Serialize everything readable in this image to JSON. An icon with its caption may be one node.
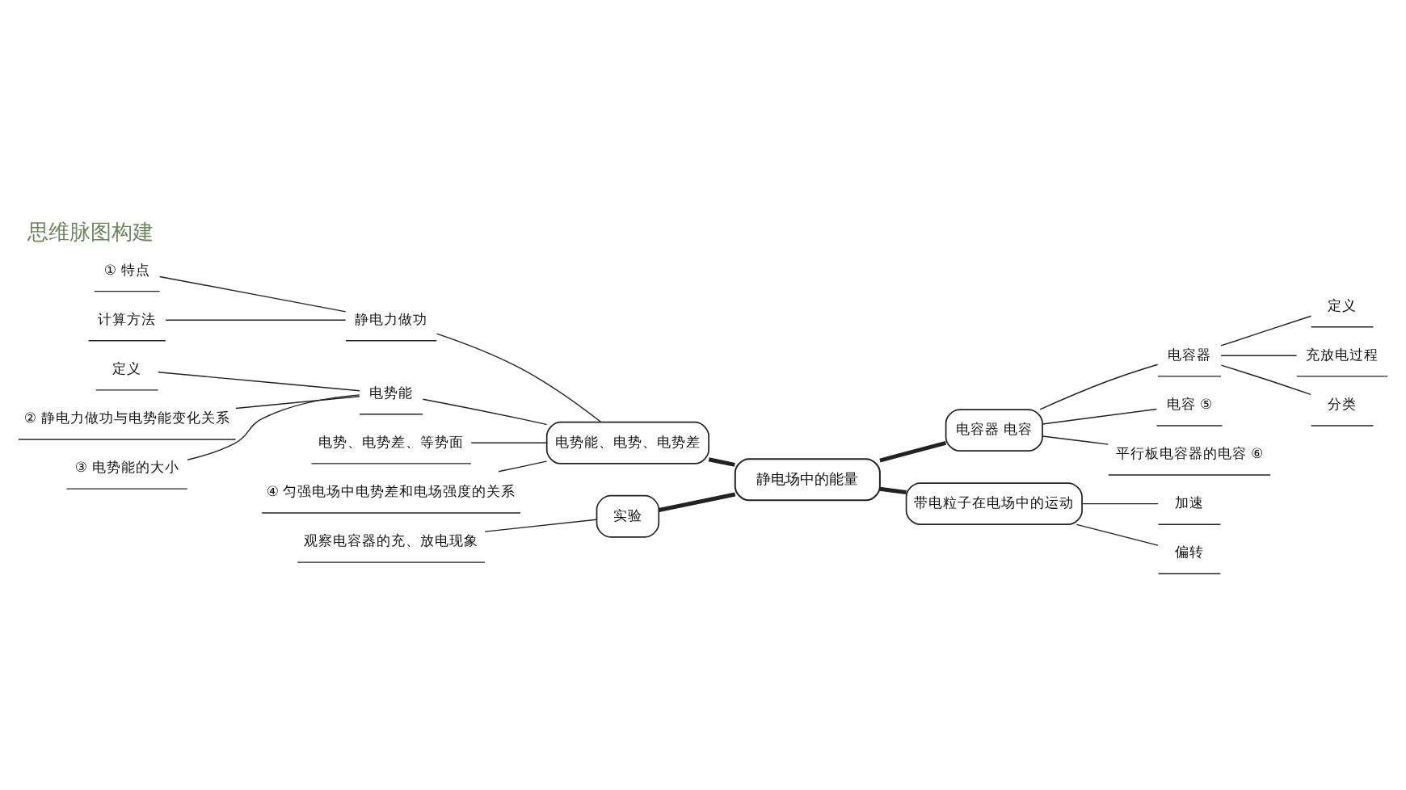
{
  "diagram": {
    "title": "思维脉图构建",
    "nodes": [
      {
        "text": [
          "静电场中的能量"
        ]
      },
      {
        "text": [
          "电势能、电势、电势差"
        ]
      },
      {
        "text": [
          "静电力做功"
        ]
      },
      {
        "text": [
          "① 特点"
        ]
      },
      {
        "text": [
          "计算方法"
        ]
      },
      {
        "text": [
          "电势能"
        ]
      },
      {
        "text": [
          "定义"
        ]
      },
      {
        "text": [
          "② 静电力做功与电势能变化关系"
        ]
      },
      {
        "text": [
          "③ 电势能的大小"
        ]
      },
      {
        "text": [
          "电势、电势差、等势面"
        ]
      },
      {
        "text": [
          "④ 匀强电场中电势差和电场强度的关系"
        ]
      },
      {
        "text": [
          "实验"
        ]
      },
      {
        "text": [
          "观察电容器的充、放电现象"
        ]
      },
      {
        "text": [
          "电容器 电容"
        ]
      },
      {
        "text": [
          "电容器"
        ]
      },
      {
        "text": [
          "定义"
        ]
      },
      {
        "text": [
          "充放电过程"
        ]
      },
      {
        "text": [
          "分类"
        ]
      },
      {
        "text": [
          "电容 ⑤"
        ]
      },
      {
        "text": [
          "平行板电容器的电容 ⑥"
        ]
      },
      {
        "text": [
          "带电粒子在电场中的运动"
        ]
      },
      {
        "text": [
          "加速"
        ]
      },
      {
        "text": [
          "偏转"
        ]
      }
    ],
    "edges": [
      {
        "from": 1,
        "to": 0,
        "arrow": "none",
        "style": "thick"
      },
      {
        "from": 2,
        "to": 1,
        "arrow": "none"
      },
      {
        "from": 3,
        "to": 2,
        "arrow": "none"
      },
      {
        "from": 4,
        "to": 2,
        "arrow": "none"
      },
      {
        "from": 5,
        "to": 1,
        "arrow": "none"
      },
      {
        "from": 6,
        "to": 5,
        "arrow": "none"
      },
      {
        "from": 7,
        "to": 5,
        "arrow": "none"
      },
      {
        "from": 8,
        "to": 5,
        "arrow": "none"
      },
      {
        "from": 9,
        "to": 1,
        "arrow": "none"
      },
      {
        "from": 10,
        "to": 1,
        "arrow": "none"
      },
      {
        "from": 11,
        "to": 0,
        "arrow": "none",
        "style": "thick"
      },
      {
        "from": 12,
        "to": 11,
        "arrow": "none"
      },
      {
        "from": 0,
        "to": 13,
        "arrow": "none",
        "style": "thick"
      },
      {
        "from": 13,
        "to": 14,
        "arrow": "none"
      },
      {
        "from": 14,
        "to": 15,
        "arrow": "none"
      },
      {
        "from": 14,
        "to": 16,
        "arrow": "none"
      },
      {
        "from": 14,
        "to": 17,
        "arrow": "none"
      },
      {
        "from": 13,
        "to": 18,
        "arrow": "none"
      },
      {
        "from": 13,
        "to": 19,
        "arrow": "none"
      },
      {
        "from": 0,
        "to": 20,
        "arrow": "none",
        "style": "thick"
      },
      {
        "from": 20,
        "to": 21,
        "arrow": "none"
      },
      {
        "from": 20,
        "to": 22,
        "arrow": "none"
      }
    ]
  }
}
